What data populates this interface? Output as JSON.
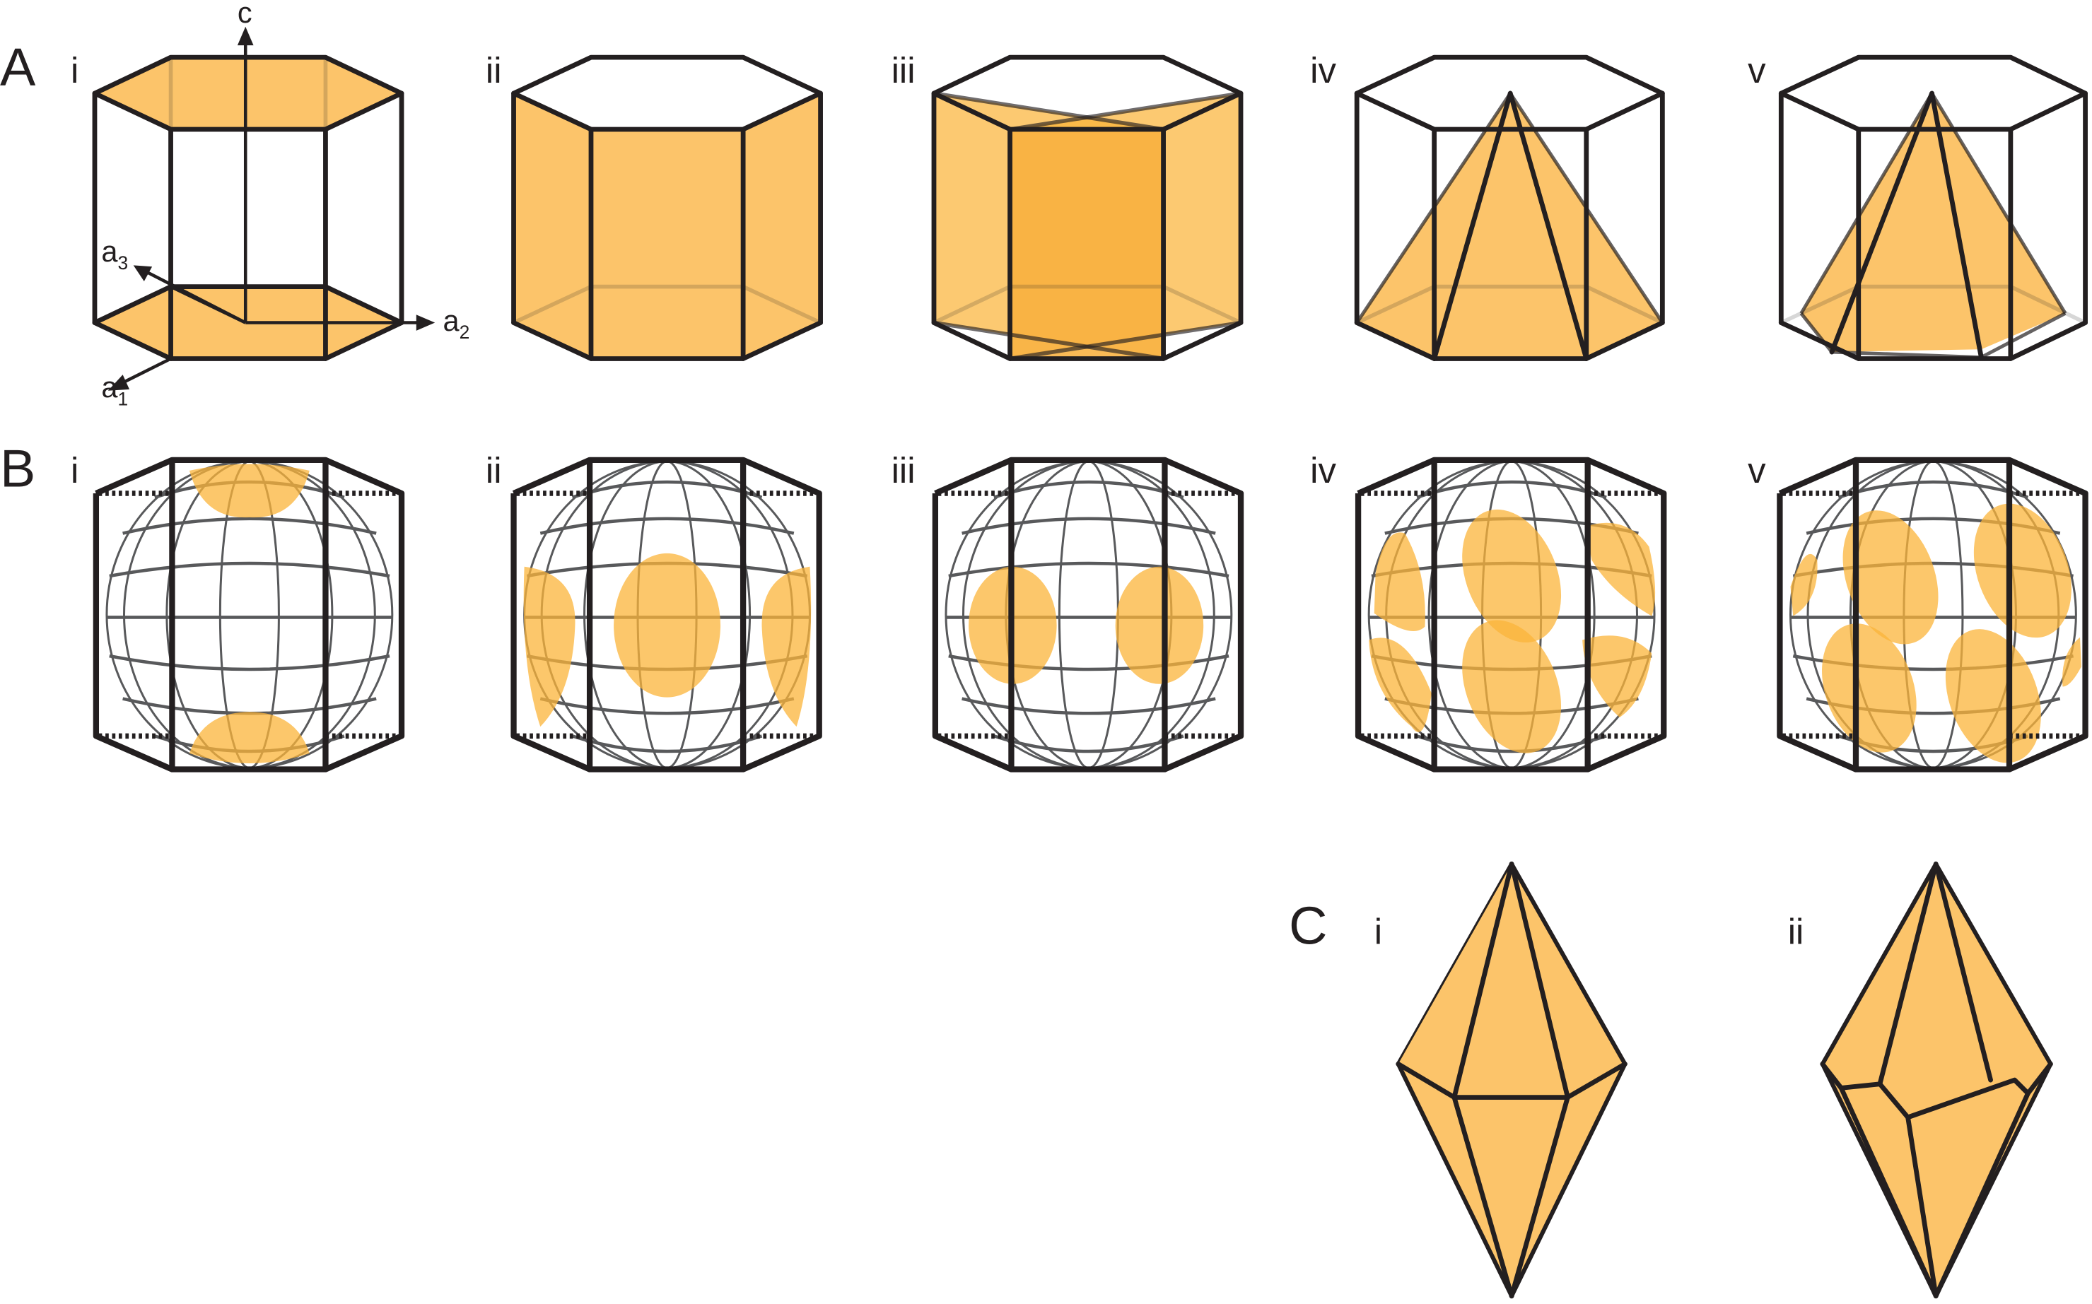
{
  "figure": {
    "panels": {
      "A": {
        "letter": "A",
        "subpanels": [
          {
            "label": "i",
            "shading": "basal faces (top and bottom hexagons)"
          },
          {
            "label": "ii",
            "shading": "prism side faces"
          },
          {
            "label": "iii",
            "shading": "second-order prism (diagonal) faces"
          },
          {
            "label": "iv",
            "shading": "hexagonal pyramid"
          },
          {
            "label": "v",
            "shading": "rotated hexagonal pyramid"
          }
        ],
        "axes": {
          "c": "c",
          "a1": {
            "base": "a",
            "sub": "1"
          },
          "a2": {
            "base": "a",
            "sub": "2"
          },
          "a3": {
            "base": "a",
            "sub": "3"
          }
        }
      },
      "B": {
        "letter": "B",
        "subpanels": [
          {
            "label": "i",
            "poles": "top and bottom caps"
          },
          {
            "label": "ii",
            "poles": "equatorial spots centered on prism faces"
          },
          {
            "label": "iii",
            "poles": "equatorial spots on prism edges"
          },
          {
            "label": "iv",
            "poles": "six tilted spots (upper and lower rows)"
          },
          {
            "label": "v",
            "poles": "six tilted spots, rotated"
          }
        ]
      },
      "C": {
        "letter": "C",
        "subpanels": [
          {
            "label": "i",
            "shape": "hexagonal bipyramid"
          },
          {
            "label": "ii",
            "shape": "rotated hexagonal bipyramid"
          }
        ]
      }
    },
    "colors": {
      "fill": "#fcc46a",
      "fill_strong": "#fbb43a",
      "edge": "#231f20",
      "grid": "#58595b",
      "background": "#ffffff"
    }
  }
}
